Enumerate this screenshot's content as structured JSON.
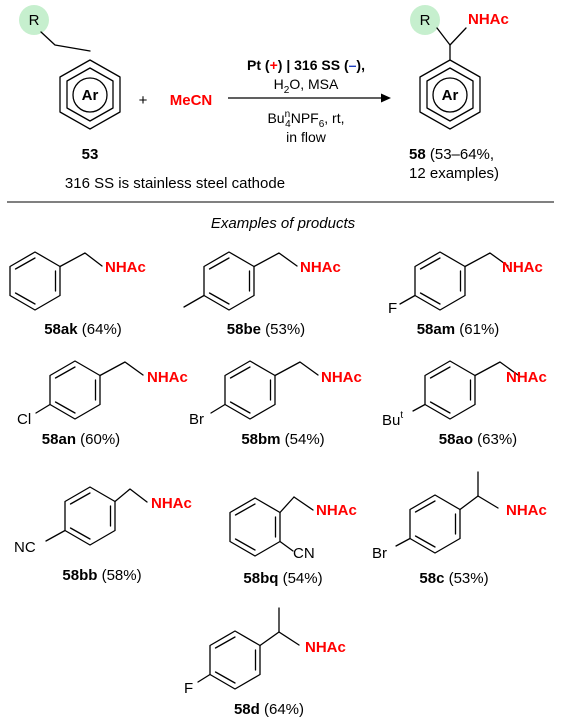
{
  "scheme": {
    "reactant": {
      "r_group": "R",
      "ring": "Ar",
      "id": "53"
    },
    "plus": "+",
    "reagent": "MeCN",
    "conditions": {
      "line1_a": "Pt (",
      "line1_plus": "+",
      "line1_b": ") | 316 SS (",
      "line1_minus": "–",
      "line1_c": "),",
      "line2_a": "H",
      "line2_sub": "2",
      "line2_b": "O, MSA",
      "line3_a": "Bu",
      "line3_sup": "n",
      "line3_sub": "4",
      "line3_b": "NPF",
      "line3_sub2": "6",
      "line3_c": ", rt,",
      "line4": "in flow"
    },
    "product": {
      "r_group": "R",
      "nhac": "NHAc",
      "ring": "Ar",
      "id": "58",
      "yield": " (53–64%,",
      "examples": "12 examples)"
    },
    "note": "316 SS is stainless steel cathode"
  },
  "section_title": "Examples of products",
  "products": [
    {
      "id": "58ak",
      "yield": " (64%)",
      "nhac": "NHAc"
    },
    {
      "id": "58be",
      "yield": " (53%)",
      "nhac": "NHAc"
    },
    {
      "id": "58am",
      "yield": " (61%)",
      "nhac": "NHAc",
      "sub": "F"
    },
    {
      "id": "58an",
      "yield": " (60%)",
      "nhac": "NHAc",
      "sub": "Cl"
    },
    {
      "id": "58bm",
      "yield": " (54%)",
      "nhac": "NHAc",
      "sub": "Br"
    },
    {
      "id": "58ao",
      "yield": " (63%)",
      "nhac": "NHAc",
      "sub": "Bu",
      "sub_sup": "t"
    },
    {
      "id": "58bb",
      "yield": " (58%)",
      "nhac": "NHAc",
      "sub": "NC"
    },
    {
      "id": "58bq",
      "yield": " (54%)",
      "nhac": "NHAc",
      "sub": "CN"
    },
    {
      "id": "58c",
      "yield": " (53%)",
      "nhac": "NHAc",
      "sub": "Br"
    },
    {
      "id": "58d",
      "yield": " (64%)",
      "nhac": "NHAc",
      "sub": "F"
    }
  ]
}
